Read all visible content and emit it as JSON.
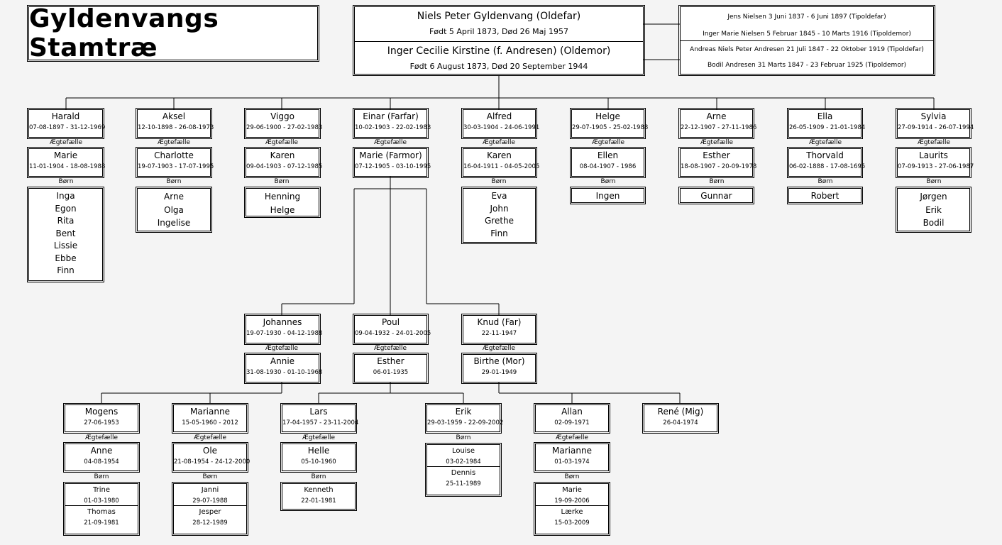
{
  "title": "Gyldenvangs Stamtræ",
  "labels": {
    "spouse": "Ægtefælle",
    "children": "Børn"
  },
  "top": {
    "oldefar": {
      "name": "Niels Peter Gyldenvang (Oldefar)",
      "info": "Født 5 April 1873, Død 26 Maj 1957"
    },
    "oldemor": {
      "name": "Inger Cecilie Kirstine (f. Andresen) (Oldemor)",
      "info": "Født 6 August 1873, Død 20 September 1944"
    }
  },
  "ancestors": [
    "Jens Nielsen 3 Juni 1837 - 6 Juni 1897 (Tipoldefar)",
    "Inger Marie Nielsen 5 Februar 1845 - 10 Marts 1916 (Tipoldemor)",
    "Andreas Niels Peter Andresen 21 Juli 1847 - 22 Oktober 1919 (Tipoldefar)",
    "Bodil Andresen 31 Marts 1847 - 23 Februar 1925 (Tipoldemor)"
  ],
  "gen2": [
    {
      "name": "Harald",
      "dates": "07-08-1897 - 31-12-1969",
      "spouse": {
        "name": "Marie",
        "dates": "11-01-1904 - 18-08-1988"
      },
      "children": [
        "Inga",
        "Egon",
        "Rita",
        "Bent",
        "Lissie",
        "Ebbe",
        "Finn"
      ]
    },
    {
      "name": "Aksel",
      "dates": "12-10-1898 - 26-08-1973",
      "spouse": {
        "name": "Charlotte",
        "dates": "19-07-1903 - 17-07-1995"
      },
      "children": [
        "Arne",
        "Olga",
        "Ingelise"
      ]
    },
    {
      "name": "Viggo",
      "dates": "29-06-1900 - 27-02-1983",
      "spouse": {
        "name": "Karen",
        "dates": "09-04-1903 - 07-12-1985"
      },
      "children": [
        "Henning",
        "Helge"
      ]
    },
    {
      "name": "Einar (Farfar)",
      "dates": "10-02-1903 - 22-02-1983",
      "spouse": {
        "name": "Marie (Farmor)",
        "dates": "07-12-1905 - 03-10-1995"
      },
      "children": []
    },
    {
      "name": "Alfred",
      "dates": "30-03-1904 - 24-06-1991",
      "spouse": {
        "name": "Karen",
        "dates": "16-04-1911 - 04-05-2005"
      },
      "children": [
        "Eva",
        "John",
        "Grethe",
        "Finn"
      ]
    },
    {
      "name": "Helge",
      "dates": "29-07-1905 - 25-02-1988",
      "spouse": {
        "name": "Ellen",
        "dates": "08-04-1907 - 1986"
      },
      "children": [
        "Ingen"
      ]
    },
    {
      "name": "Arne",
      "dates": "22-12-1907 - 27-11-1986",
      "spouse": {
        "name": "Esther",
        "dates": "18-08-1907 - 20-09-1978"
      },
      "children": [
        "Gunnar"
      ]
    },
    {
      "name": "Ella",
      "dates": "26-05-1909 - 21-01-1984",
      "spouse": {
        "name": "Thorvald",
        "dates": "06-02-1888 - 17-08-1695"
      },
      "children": [
        "Robert"
      ]
    },
    {
      "name": "Sylvia",
      "dates": "27-09-1914 - 26-07-1994",
      "spouse": {
        "name": "Laurits",
        "dates": "07-09-1913 - 27-06-1987"
      },
      "children": [
        "Jørgen",
        "Erik",
        "Bodil"
      ]
    }
  ],
  "gen3": [
    {
      "name": "Johannes",
      "dates": "19-07-1930 - 04-12-1988",
      "spouse": {
        "name": "Annie",
        "dates": "31-08-1930 - 01-10-1968"
      }
    },
    {
      "name": "Poul",
      "dates": "09-04-1932 - 24-01-2005",
      "spouse": {
        "name": "Esther",
        "dates": "06-01-1935"
      }
    },
    {
      "name": "Knud (Far)",
      "dates": "22-11-1947",
      "spouse": {
        "name": "Birthe (Mor)",
        "dates": "29-01-1949"
      }
    }
  ],
  "gen4": [
    {
      "name": "Mogens",
      "dates": "27-06-1953",
      "spouse": {
        "name": "Anne",
        "dates": "04-08-1954"
      },
      "children": [
        {
          "name": "Trine",
          "dates": "01-03-1980"
        },
        {
          "name": "Thomas",
          "dates": "21-09-1981"
        }
      ]
    },
    {
      "name": "Marianne",
      "dates": "15-05-1960 - 2012",
      "spouse": {
        "name": "Ole",
        "dates": "21-08-1954 - 24-12-2000"
      },
      "children": [
        {
          "name": "Janni",
          "dates": "29-07-1988"
        },
        {
          "name": "Jesper",
          "dates": "28-12-1989"
        }
      ]
    },
    {
      "name": "Lars",
      "dates": "17-04-1957 - 23-11-2004",
      "spouse": {
        "name": "Helle",
        "dates": "05-10-1960"
      },
      "children": [
        {
          "name": "Kenneth",
          "dates": "22-01-1981"
        }
      ]
    },
    {
      "name": "Erik",
      "dates": "29-03-1959 - 22-09-2002",
      "spouse": null,
      "children": [
        {
          "name": "Louise",
          "dates": "03-02-1984"
        },
        {
          "name": "Dennis",
          "dates": "25-11-1989"
        }
      ]
    },
    {
      "name": "Allan",
      "dates": "02-09-1971",
      "spouse": {
        "name": "Marianne",
        "dates": "01-03-1974"
      },
      "children": [
        {
          "name": "Marie",
          "dates": "19-09-2006"
        },
        {
          "name": "Lærke",
          "dates": "15-03-2009"
        }
      ]
    },
    {
      "name": "René (Mig)",
      "dates": "26-04-1974",
      "spouse": null,
      "children": []
    }
  ]
}
